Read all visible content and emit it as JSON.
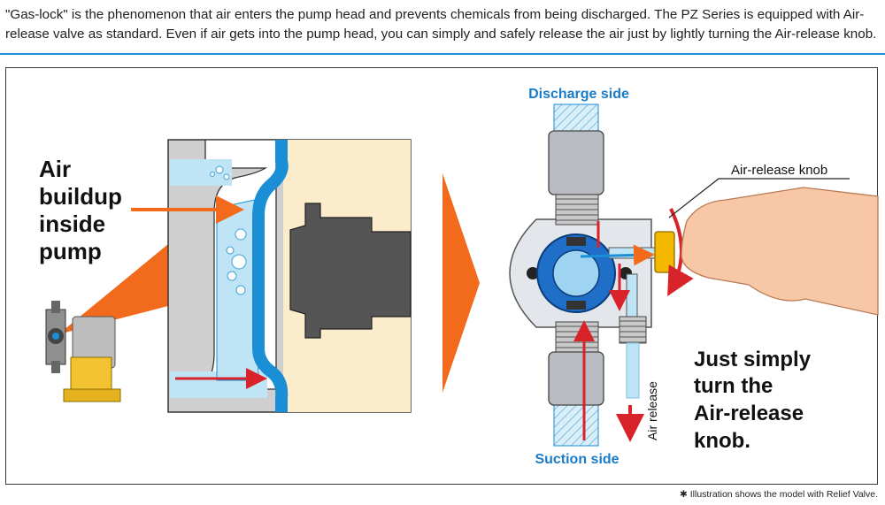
{
  "intro_text": "\"Gas-lock\" is the phenomenon that air enters the pump head and prevents chemicals from being discharged. The PZ Series is equipped with Air-release valve as standard. Even if air gets into the pump head, you can simply and safely release the air just by lightly turning the Air-release knob.",
  "left_panel": {
    "callout_lines": [
      "Air",
      "buildup",
      "inside",
      "pump"
    ]
  },
  "right_panel": {
    "discharge_label": "Discharge side",
    "suction_label": "Suction side",
    "knob_label": "Air-release knob",
    "air_release_label": "Air release",
    "instruction_lines": [
      "Just simply",
      "turn the",
      "Air-release",
      "knob."
    ]
  },
  "footnote": "✱ Illustration shows the model with Relief Valve.",
  "colors": {
    "accent_blue": "#1a8fd6",
    "water_blue": "#bfe4f6",
    "arrow_orange": "#f26a1b",
    "arrow_red": "#d8232a",
    "cream": "#fbeccb",
    "knob_yellow": "#f5b800"
  }
}
